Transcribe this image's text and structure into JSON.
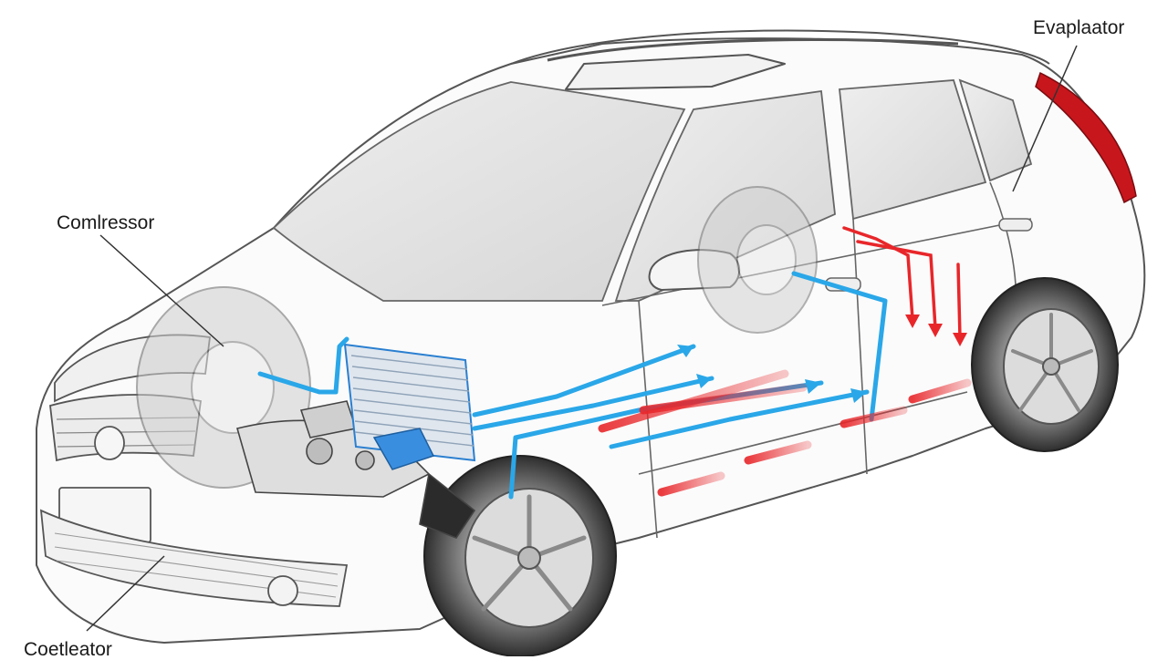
{
  "labels": {
    "evaporator": "Evaplaator",
    "compressor": "Comlressor",
    "condenser": "Coetleator"
  },
  "colors": {
    "cold_flow": "#2aa7e8",
    "hot_flow": "#e8262a",
    "body_line": "#555555",
    "tail_light": "#c8161d"
  }
}
